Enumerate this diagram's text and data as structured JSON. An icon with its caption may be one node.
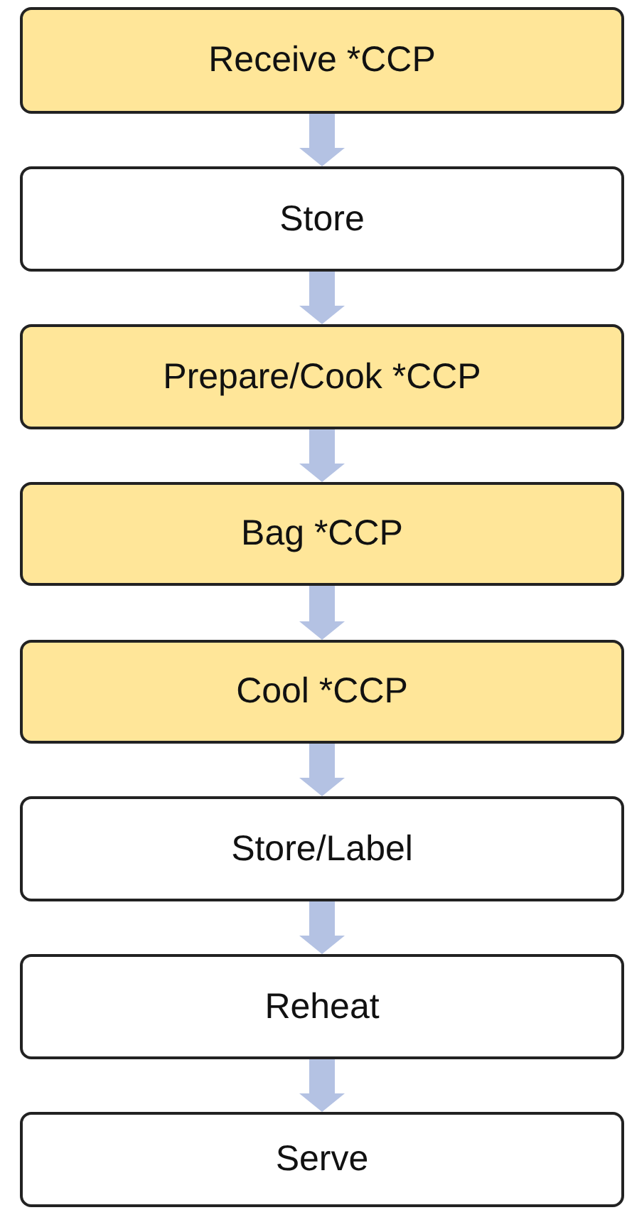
{
  "diagram": {
    "nodes": [
      {
        "text": [
          "Receive *CCP"
        ]
      },
      {
        "text": [
          "Store"
        ]
      },
      {
        "text": [
          "Prepare/Cook *CCP"
        ]
      },
      {
        "text": [
          "Bag *CCP"
        ]
      },
      {
        "text": [
          "Cool *CCP"
        ]
      },
      {
        "text": [
          "Store/Label"
        ]
      },
      {
        "text": [
          "Reheat"
        ]
      },
      {
        "text": [
          "Serve"
        ]
      }
    ],
    "edges": [
      {
        "from": 0,
        "to": 1,
        "arrow": "to",
        "style": "thick"
      },
      {
        "from": 1,
        "to": 2,
        "arrow": "to",
        "style": "thick"
      },
      {
        "from": 2,
        "to": 3,
        "arrow": "to",
        "style": "thick"
      },
      {
        "from": 3,
        "to": 4,
        "arrow": "to",
        "style": "thick"
      },
      {
        "from": 4,
        "to": 5,
        "arrow": "to",
        "style": "thick"
      },
      {
        "from": 5,
        "to": 6,
        "arrow": "to",
        "style": "thick"
      },
      {
        "from": 6,
        "to": 7,
        "arrow": "to",
        "style": "thick"
      }
    ]
  }
}
